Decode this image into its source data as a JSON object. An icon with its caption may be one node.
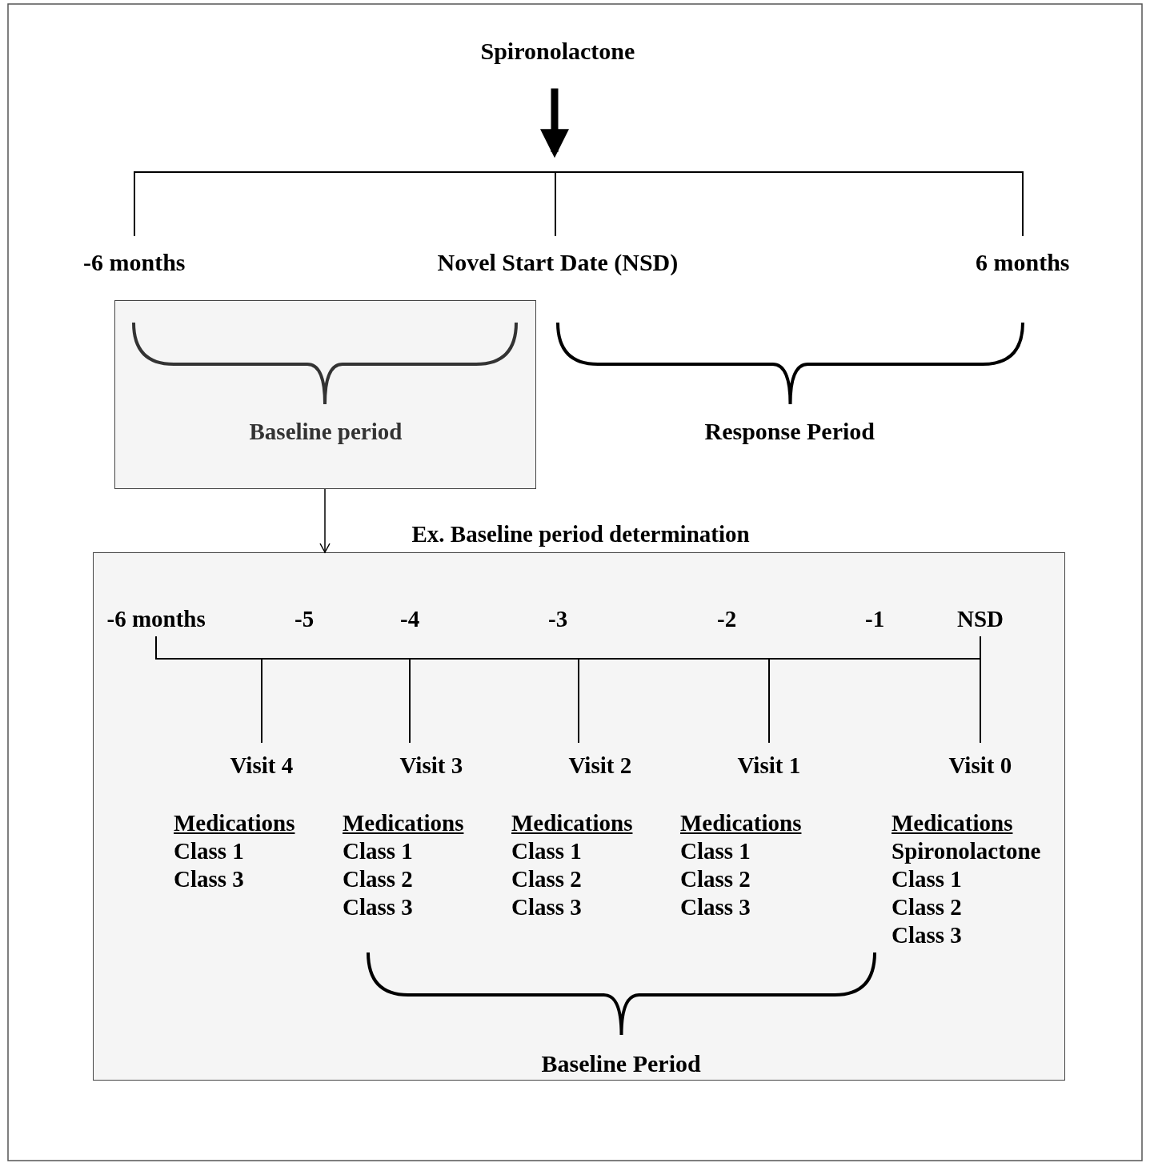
{
  "diagram": {
    "nodes": [
      {
        "text": [
          "Spironolactone"
        ]
      },
      {
        "text": [
          "Baseline period"
        ]
      },
      {
        "text": [
          "Ex. Baseline period determination"
        ]
      }
    ],
    "edges": [
      {
        "from": 0,
        "to": null,
        "arrow": "to",
        "style": "thick"
      },
      {
        "from": 1,
        "to": 2,
        "arrow": "to"
      }
    ],
    "labels": [
      "-6 months",
      "Novel Start Date (NSD)",
      "6 months",
      "Response Period",
      "-6 months",
      "-5",
      "-4",
      "-3",
      "-2",
      "-1",
      "NSD",
      "Visit 4",
      "Visit 3",
      "Visit 2",
      "Visit 1",
      "Visit 0",
      "Medications",
      "Class 1",
      "Class 3",
      "Medications",
      "Class 1",
      "Class 2",
      "Class 3",
      "Medications",
      "Class 1",
      "Class 2",
      "Class 3",
      "Medications",
      "Class 1",
      "Class 2",
      "Class 3",
      "Medications",
      "Spironolactone",
      "Class 1",
      "Class 2",
      "Class 3",
      "Baseline Period"
    ]
  }
}
